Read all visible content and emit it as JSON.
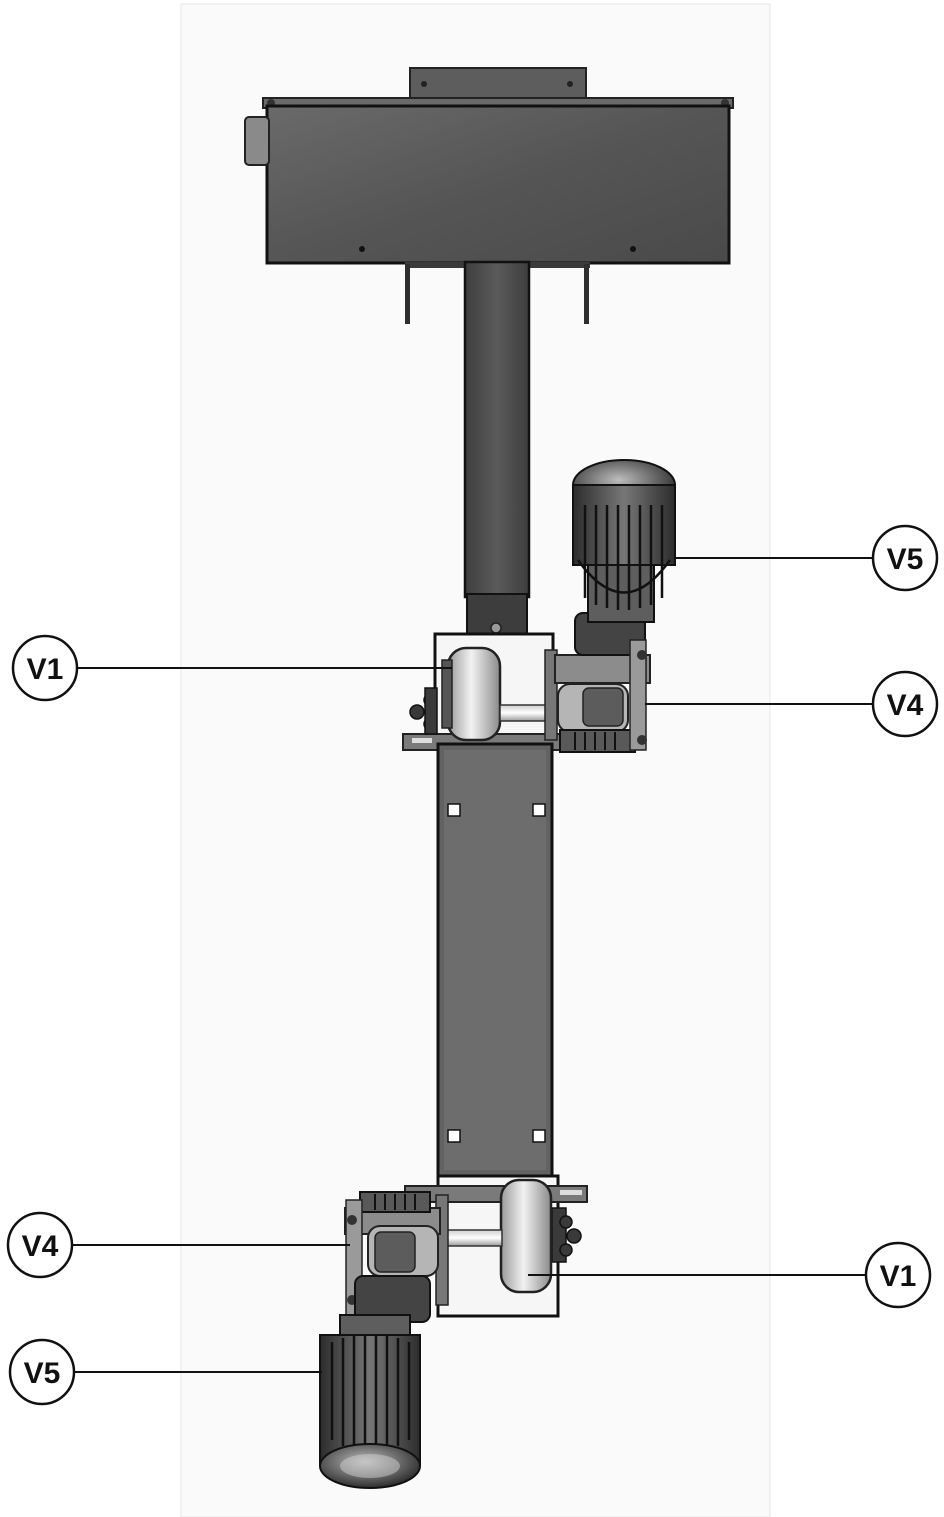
{
  "callouts": {
    "v1_top": "V1",
    "v4_top": "V4",
    "v5_top": "V5",
    "v4_bottom": "V4",
    "v1_bottom": "V1",
    "v5_bottom": "V5"
  }
}
